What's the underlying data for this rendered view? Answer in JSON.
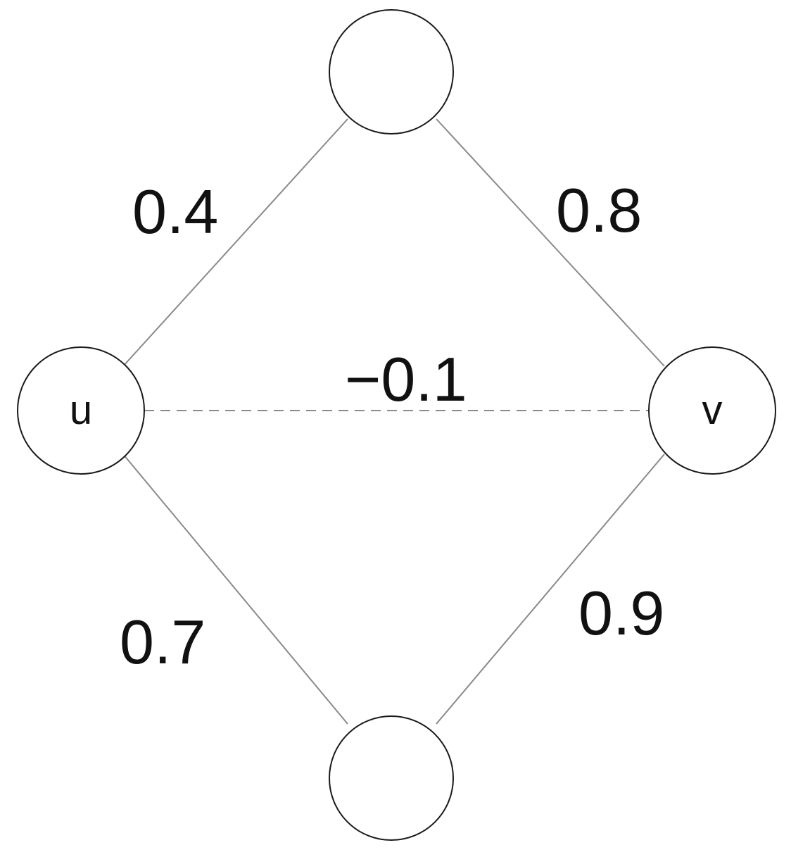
{
  "nodes": {
    "top": {
      "label": ""
    },
    "u": {
      "label": "u"
    },
    "v": {
      "label": "v"
    },
    "bottom": {
      "label": ""
    }
  },
  "edges": [
    {
      "id": "u-top",
      "from": "u",
      "to": "top",
      "weight": "0.4",
      "style": "solid"
    },
    {
      "id": "top-v",
      "from": "top",
      "to": "v",
      "weight": "0.8",
      "style": "solid"
    },
    {
      "id": "u-v",
      "from": "u",
      "to": "v",
      "weight": "−0.1",
      "style": "dashed"
    },
    {
      "id": "u-bottom",
      "from": "u",
      "to": "bottom",
      "weight": "0.7",
      "style": "solid"
    },
    {
      "id": "bottom-v",
      "from": "bottom",
      "to": "v",
      "weight": "0.9",
      "style": "solid"
    }
  ],
  "colors": {
    "edge": "#8a8a8a",
    "node_stroke": "#1a1a1a",
    "text": "#111111",
    "background": "#ffffff"
  }
}
